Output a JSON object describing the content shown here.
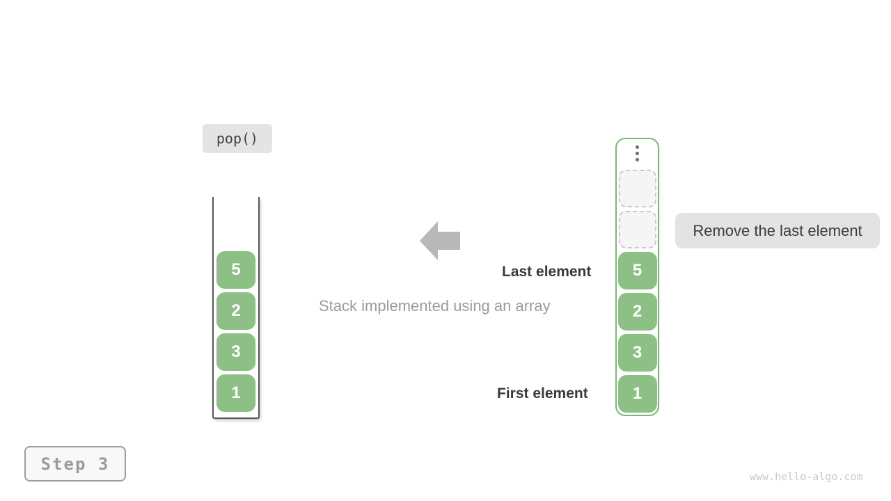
{
  "operation_label": "pop()",
  "annotations": {
    "last_element": "Last element",
    "first_element": "First element",
    "caption": "Stack implemented using an array",
    "remove_label": "Remove the last element",
    "step_label": "Step 3",
    "watermark": "www.hello-algo.com"
  },
  "stack_view": {
    "values_top_to_bottom": [
      "5",
      "2",
      "3",
      "1"
    ]
  },
  "array_view": {
    "ellipsis_icon": "vertical-dots",
    "empty_slot_count": 2,
    "values_top_to_bottom": [
      "5",
      "2",
      "3",
      "1"
    ]
  },
  "colors": {
    "cell_green": "#8CC084",
    "array_border_green": "#7AB875",
    "label_box_gray": "#E4E4E4",
    "arrow_gray": "#B8B8B8",
    "text_dark": "#3A3A3A",
    "text_gray": "#9B9B9B",
    "stack_border_dark": "#555555",
    "dashed_border_gray": "#C9C9C9",
    "dashed_fill_gray": "#F5F5F5",
    "watermark_gray": "#C9C9C9"
  }
}
